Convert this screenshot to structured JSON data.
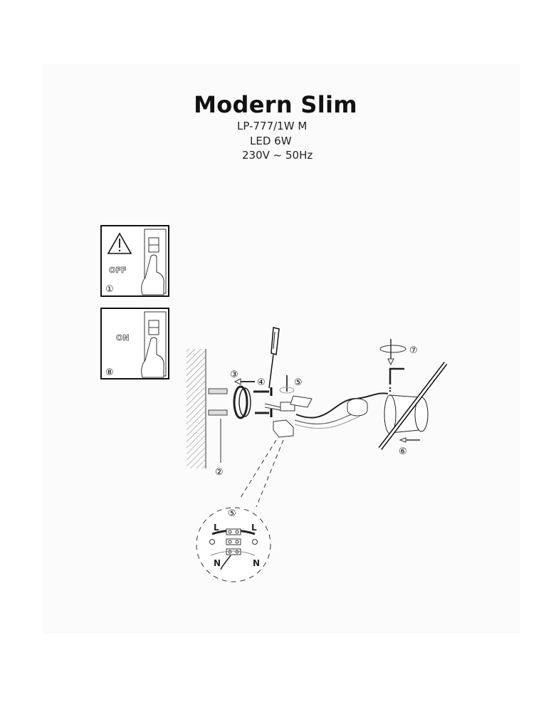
{
  "header": {
    "title": "Modern Slim",
    "model": "LP-777/1W M",
    "power": "LED 6W",
    "voltage": "230V ~ 50Hz"
  },
  "panels": {
    "off": {
      "label": "OFF",
      "step": "①"
    },
    "on": {
      "label": "ON",
      "step": "⑧"
    }
  },
  "steps": {
    "s2": "②",
    "s3": "③",
    "s4": "④",
    "s5": "⑤",
    "s6": "⑥",
    "s7": "⑦"
  },
  "wiring_detail": {
    "step": "⑤",
    "live_left": "L",
    "live_right": "L",
    "neutral_left": "N",
    "neutral_right": "N"
  }
}
